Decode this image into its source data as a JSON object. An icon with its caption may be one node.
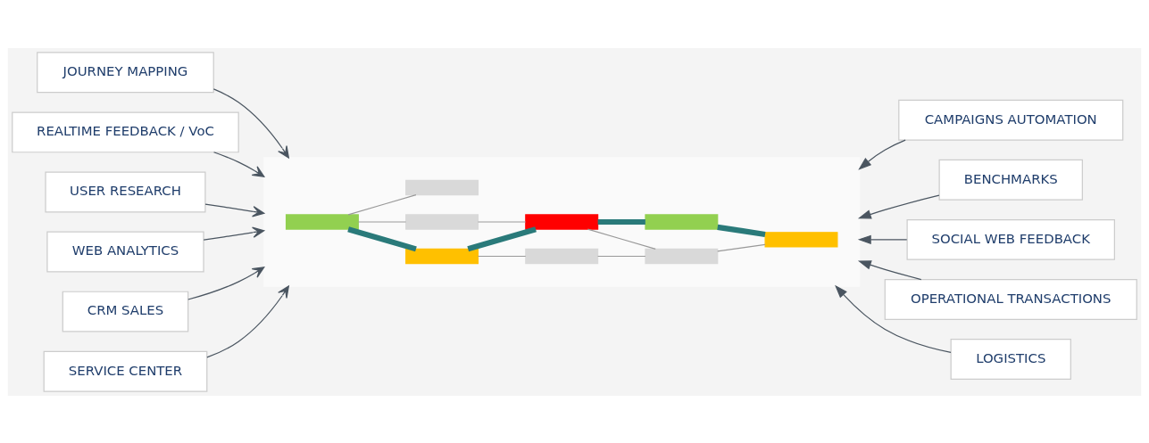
{
  "diagram": {
    "nodes": [
      {
        "text": [
          "JOURNEY MAPPING"
        ]
      },
      {
        "text": [
          "REALTIME FEEDBACK / VoC"
        ]
      },
      {
        "text": [
          "USER RESEARCH"
        ]
      },
      {
        "text": [
          "WEB ANALYTICS"
        ]
      },
      {
        "text": [
          "CRM SALES"
        ]
      },
      {
        "text": [
          "SERVICE CENTER"
        ]
      },
      {
        "text": [],
        "shape": "box"
      },
      {
        "text": [],
        "shape": "bar",
        "in": 6
      },
      {
        "text": [],
        "shape": "bar",
        "in": 6
      },
      {
        "text": [],
        "shape": "bar",
        "in": 6
      },
      {
        "text": [],
        "shape": "bar",
        "in": 6
      },
      {
        "text": [],
        "shape": "bar",
        "in": 6
      },
      {
        "text": [],
        "shape": "bar",
        "in": 6
      },
      {
        "text": [],
        "shape": "bar",
        "in": 6
      },
      {
        "text": [],
        "shape": "bar",
        "in": 6
      },
      {
        "text": [],
        "shape": "bar",
        "in": 6
      },
      {
        "text": [
          "CAMPAIGNS AUTOMATION"
        ]
      },
      {
        "text": [
          "BENCHMARKS"
        ]
      },
      {
        "text": [
          "SOCIAL WEB FEEDBACK"
        ]
      },
      {
        "text": [
          "OPERATIONAL TRANSACTIONS"
        ]
      },
      {
        "text": [
          "LOGISTICS"
        ]
      }
    ],
    "edges": [
      {
        "from": 0,
        "to": 6,
        "arrow": "to"
      },
      {
        "from": 1,
        "to": 6,
        "arrow": "to"
      },
      {
        "from": 2,
        "to": 6,
        "arrow": "to"
      },
      {
        "from": 3,
        "to": 6,
        "arrow": "to"
      },
      {
        "from": 4,
        "to": 6,
        "arrow": "to"
      },
      {
        "from": 5,
        "to": 6,
        "arrow": "to"
      },
      {
        "from": 7,
        "to": 8,
        "arrow": "none",
        "style": "thick",
        "color": "#2a7a7a"
      },
      {
        "from": 7,
        "to": 9,
        "arrow": "none",
        "color": "#999999"
      },
      {
        "from": 7,
        "to": 10,
        "arrow": "none",
        "color": "#999999"
      },
      {
        "from": 8,
        "to": 11,
        "arrow": "none",
        "color": "#999999"
      },
      {
        "from": 8,
        "to": 12,
        "arrow": "none",
        "style": "thick",
        "color": "#2a7a7a"
      },
      {
        "from": 9,
        "to": 12,
        "arrow": "none",
        "color": "#999999"
      },
      {
        "from": 11,
        "to": 13,
        "arrow": "none",
        "color": "#999999"
      },
      {
        "from": 12,
        "to": 13,
        "arrow": "none",
        "color": "#999999"
      },
      {
        "from": 12,
        "to": 14,
        "arrow": "none",
        "style": "thick",
        "color": "#2a7a7a"
      },
      {
        "from": 13,
        "to": 15,
        "arrow": "none",
        "color": "#999999"
      },
      {
        "from": 14,
        "to": 15,
        "arrow": "none",
        "style": "thick",
        "color": "#2a7a7a"
      },
      {
        "from": 16,
        "to": 6,
        "arrow": "to"
      },
      {
        "from": 17,
        "to": 6,
        "arrow": "to"
      },
      {
        "from": 18,
        "to": 6,
        "arrow": "to"
      },
      {
        "from": 19,
        "to": 6,
        "arrow": "to"
      },
      {
        "from": 20,
        "to": 6,
        "arrow": "to"
      }
    ]
  }
}
